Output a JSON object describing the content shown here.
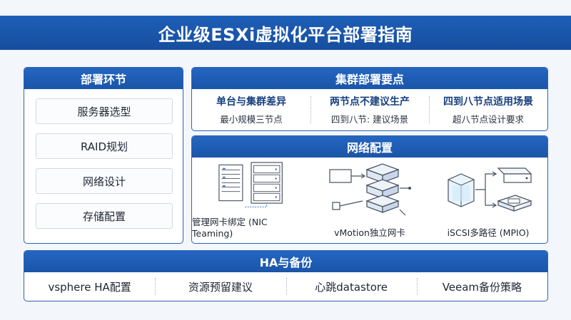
{
  "title": "企业级ESXi虚拟化平台部署指南",
  "colors": {
    "primary": "#1f5fb8",
    "accent_dark": "#173f7e",
    "border": "#2f63b0"
  },
  "steps": {
    "header": "部署环节",
    "items": [
      "服务器选型",
      "RAID规划",
      "网络设计",
      "存储配置"
    ]
  },
  "cluster": {
    "header": "集群部署要点",
    "items": [
      {
        "title": "单台与集群差异",
        "sub": "最小规模三节点"
      },
      {
        "title": "两节点不建议生产",
        "sub": "四到八节: 建议场景"
      },
      {
        "title": "四到八节点适用场景",
        "sub": "超八节点设计要求"
      }
    ]
  },
  "network": {
    "header": "网络配置",
    "items": [
      {
        "caption": "管理网卡绑定 (NIC Teaming)",
        "icon": "server-rack-icon"
      },
      {
        "caption": "vMotion独立网卡",
        "icon": "network-stack-icon"
      },
      {
        "caption": "iSCSI多路径 (MPIO)",
        "icon": "storage-multipath-icon"
      }
    ]
  },
  "ha": {
    "header": "HA与备份",
    "items": [
      "vsphere HA配置",
      "资源预留建议",
      "心跳datastore",
      "Veeam备份策略"
    ]
  }
}
